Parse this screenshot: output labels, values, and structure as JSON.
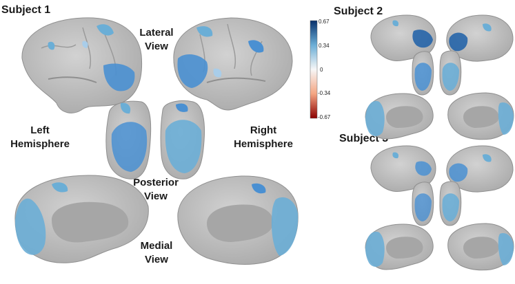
{
  "subjects": {
    "s1": "Subject 1",
    "s2": "Subject 2",
    "s3": "Subject 3"
  },
  "views": {
    "lateral": [
      "Lateral",
      "View"
    ],
    "posterior": [
      "Posterior",
      "View"
    ],
    "medial": [
      "Medial",
      "View"
    ]
  },
  "hemispheres": {
    "left": [
      "Left",
      "Hemisphere"
    ],
    "right": [
      "Right",
      "Hemisphere"
    ]
  },
  "colorbar": {
    "ticks": [
      "0.67",
      "0.34",
      "0",
      "-0.34",
      "-0.67"
    ],
    "colors": {
      "max": "#08306b",
      "mid_pos": "#6baed6",
      "zero": "#f7f7f7",
      "mid_neg": "#f4a582",
      "min": "#8b0000"
    }
  },
  "colors": {
    "cortex": "#bdbdbd",
    "cortex_dark": "#8f8f8f",
    "medial_wall": "#a6a6a6",
    "activation": "#4a90d2",
    "activation_strong": "#1c5fa8",
    "activation_light": "#a9cde9"
  }
}
